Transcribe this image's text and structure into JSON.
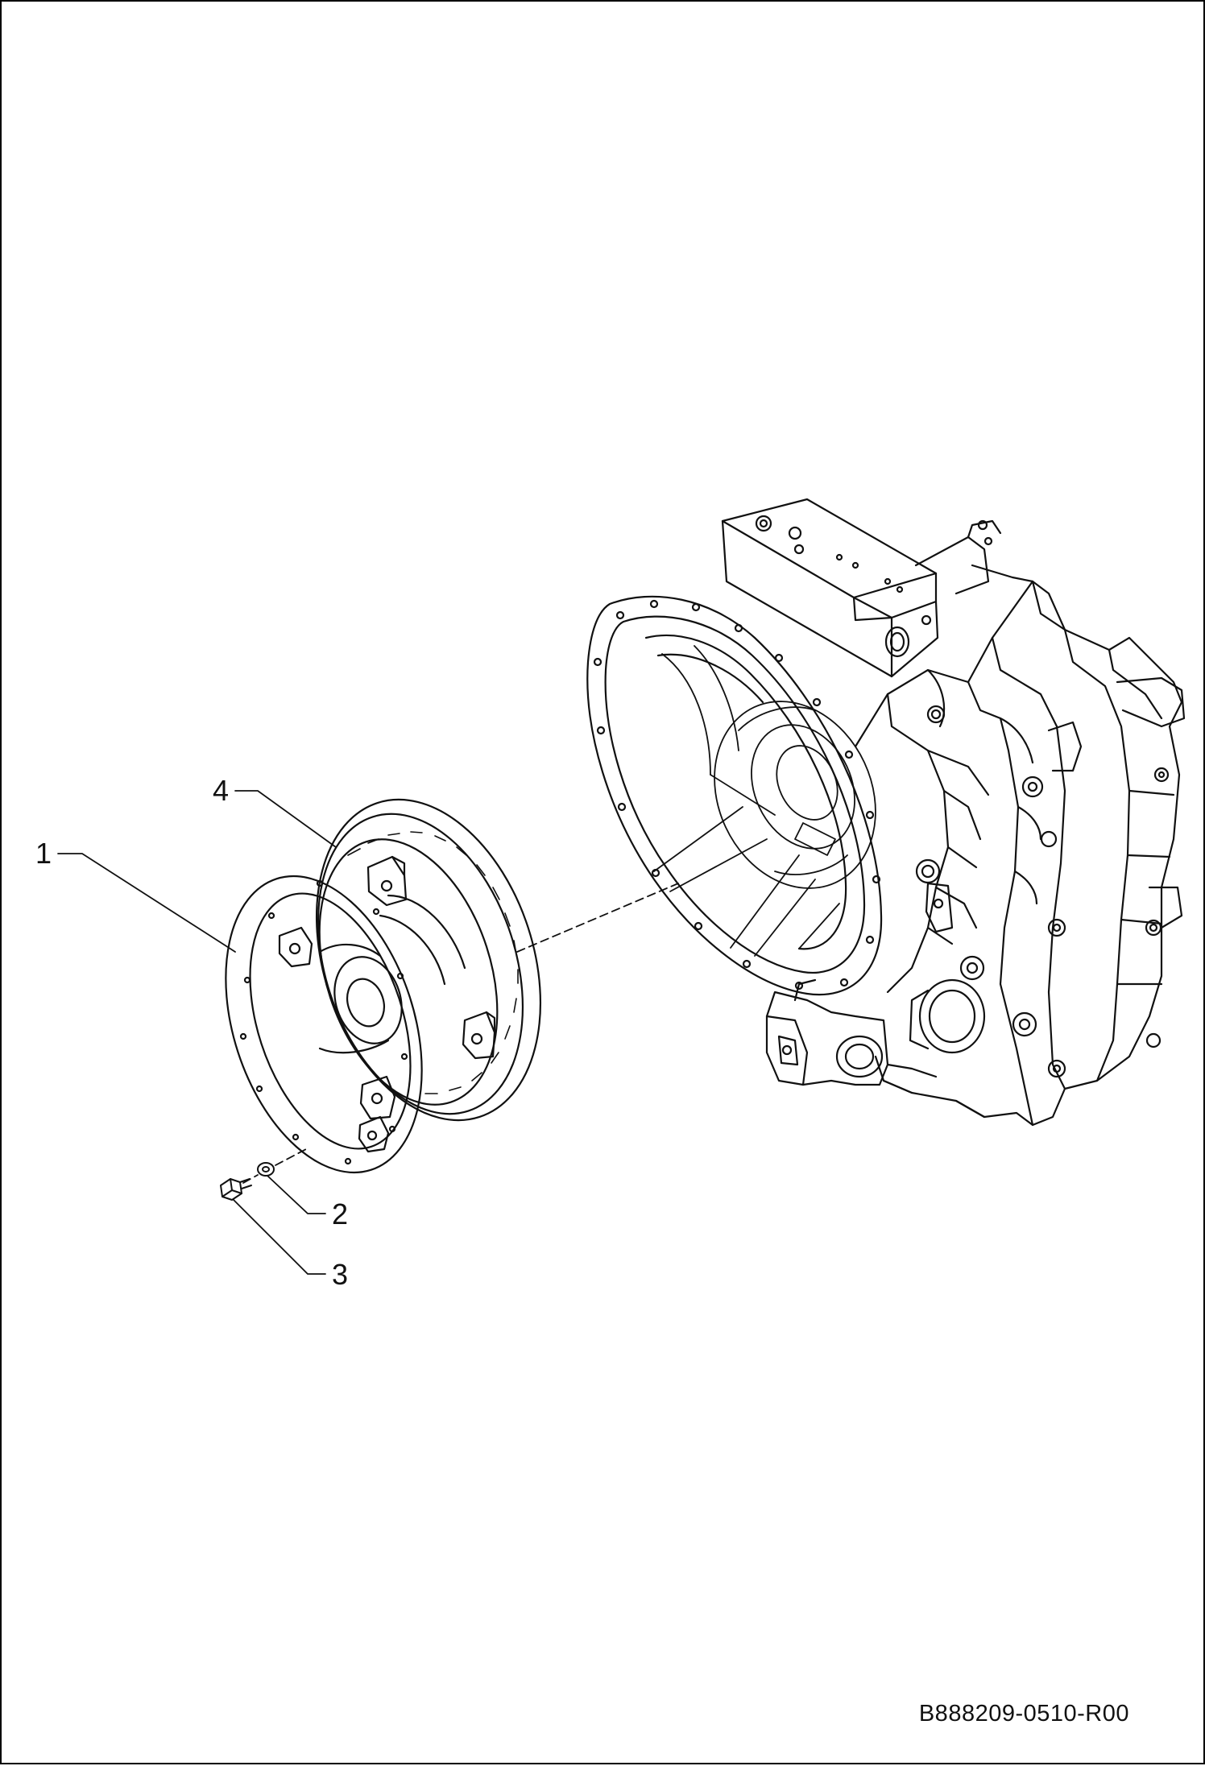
{
  "callouts": {
    "c1": "1",
    "c2": "2",
    "c3": "3",
    "c4": "4"
  },
  "drawing_code": "B888209-0510-R00",
  "colors": {
    "line": "#111111",
    "background": "#ffffff"
  }
}
